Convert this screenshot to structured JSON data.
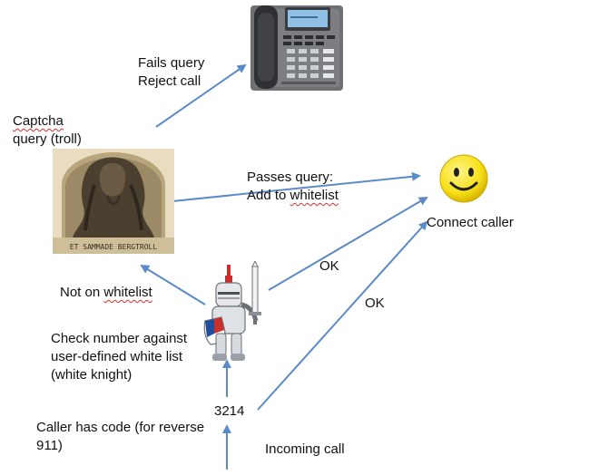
{
  "labels": {
    "fails_query_line1": "Fails query",
    "fails_query_line2": "Reject call",
    "captcha_line1": "Captcha",
    "captcha_line2": "query (troll)",
    "passes_query_line1": "Passes query:",
    "passes_query_line2_a": "Add to ",
    "passes_query_line2_b": "whitelist",
    "connect_caller": "Connect caller",
    "ok_upper": "OK",
    "ok_lower": "OK",
    "not_on_a": "Not on ",
    "not_on_b": "whitelist",
    "check_line1": "Check number against",
    "check_line2": "user-defined white list",
    "check_line3": "(white knight)",
    "code": "3214",
    "caller_line1": "Caller has code (for reverse",
    "caller_line2": "911)",
    "incoming_call": "Incoming call"
  },
  "troll_caption": "ET SAMMADE BERGTROLL",
  "icons": [
    "desk-phone-icon",
    "troll-illustration",
    "knight-icon",
    "smiley-face-icon"
  ],
  "colors": {
    "arrow": "#5b8ac8",
    "smiley": "#f7e017",
    "misspell": "#d0312d"
  }
}
